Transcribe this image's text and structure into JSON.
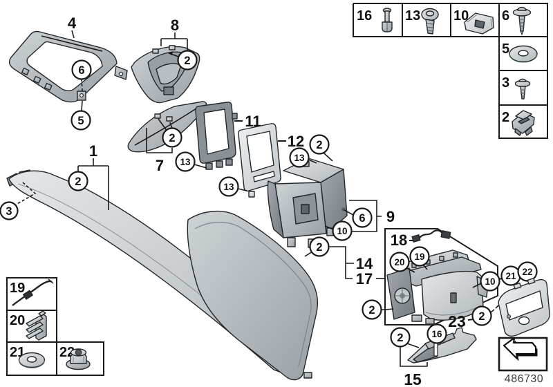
{
  "diagram": {
    "type": "exploded-parts-diagram",
    "main_labels": {
      "l1": "1",
      "l4": "4",
      "l7": "7",
      "l8": "8",
      "l9": "9",
      "l11": "11",
      "l12": "12",
      "l14": "14",
      "l15": "15",
      "l17": "17",
      "l18": "18",
      "l23": "23"
    },
    "callouts": {
      "c2": "2",
      "c3": "3",
      "c5": "5",
      "c6": "6",
      "c10": "10",
      "c13": "13",
      "c16": "16",
      "c19": "19",
      "c20": "20",
      "c21": "21",
      "c22": "22"
    },
    "top_right_table": {
      "cells": [
        {
          "num": "16",
          "icon": "blind-rivet-icon"
        },
        {
          "num": "13",
          "icon": "pan-head-screw-icon"
        },
        {
          "num": "10",
          "icon": "cage-nut-icon"
        },
        {
          "num": "6",
          "icon": "washer-screw-icon"
        },
        {
          "num": "5",
          "icon": "washer-icon"
        },
        {
          "num": "3",
          "icon": "tapping-screw-icon"
        },
        {
          "num": "2",
          "icon": "spring-clip-icon"
        }
      ]
    },
    "bottom_left_table": {
      "cells": [
        {
          "num": "19",
          "icon": "cable-tie-icon"
        },
        {
          "num": "20",
          "icon": "expanding-clip-icon"
        },
        {
          "num": "21",
          "icon": "washer-icon"
        },
        {
          "num": "22",
          "icon": "flange-nut-icon"
        }
      ]
    },
    "footer": {
      "drawing_number": "486730",
      "nav_icon": "bent-arrow-icon"
    }
  }
}
